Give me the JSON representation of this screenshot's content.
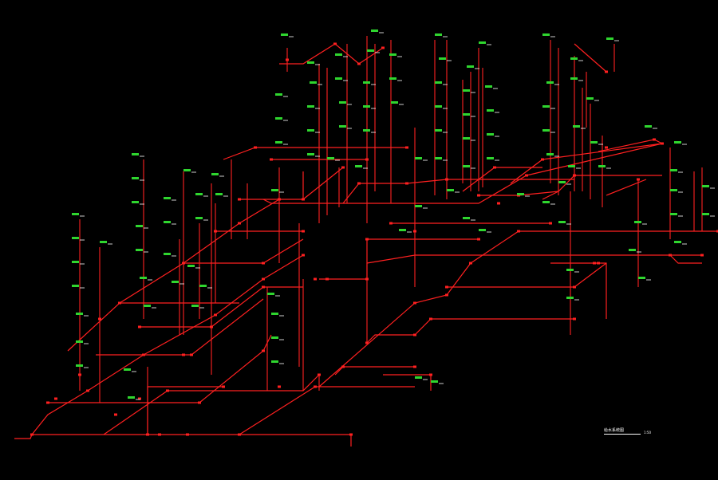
{
  "drawing": {
    "type": "isometric piping system diagram",
    "background_color": "#000000",
    "pipe_color": "#ff2020",
    "label_color": "#2fd62f",
    "marker_color": "#ffffff",
    "title_text": "给水系统图",
    "scale_text": "1:50"
  }
}
